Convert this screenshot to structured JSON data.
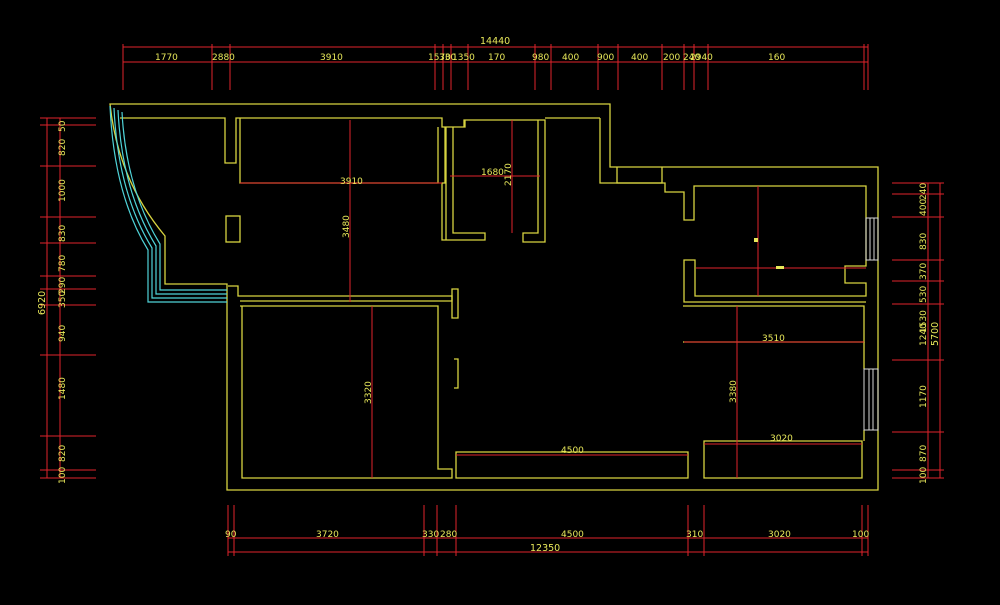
{
  "colors": {
    "background": "#000000",
    "wall": "#d8d440",
    "dimension": "#e0232b",
    "text": "#e8e85a",
    "bay": "#4fd3d8",
    "window": "#d8d8d8"
  },
  "dims": {
    "top_total": "14440",
    "top": [
      "1770",
      "2880",
      "3910",
      "1570",
      "330",
      "1350",
      "170",
      "980",
      "400",
      "900",
      "400",
      "200",
      "240",
      "2940",
      "160"
    ],
    "bottom_total": "12350",
    "bottom": [
      "90",
      "3720",
      "330",
      "280",
      "4500",
      "310",
      "3020",
      "100"
    ],
    "left_total": "6920",
    "left": [
      "50",
      "820",
      "1000",
      "830",
      "780",
      "290",
      "350",
      "940",
      "1480",
      "820",
      "100"
    ],
    "right_total": "5700",
    "right": [
      "240",
      "400",
      "830",
      "370",
      "530",
      "1530",
      "1240",
      "1170",
      "870",
      "100"
    ]
  },
  "rooms": {
    "r1_w": "3910",
    "r1_h": "3480",
    "r2_w": "1680",
    "r2_h": "2170",
    "r3_w": "3510",
    "r3_h": "3380",
    "r4_h": "3320",
    "cab1_w": "4500",
    "cab2_w": "3020"
  }
}
